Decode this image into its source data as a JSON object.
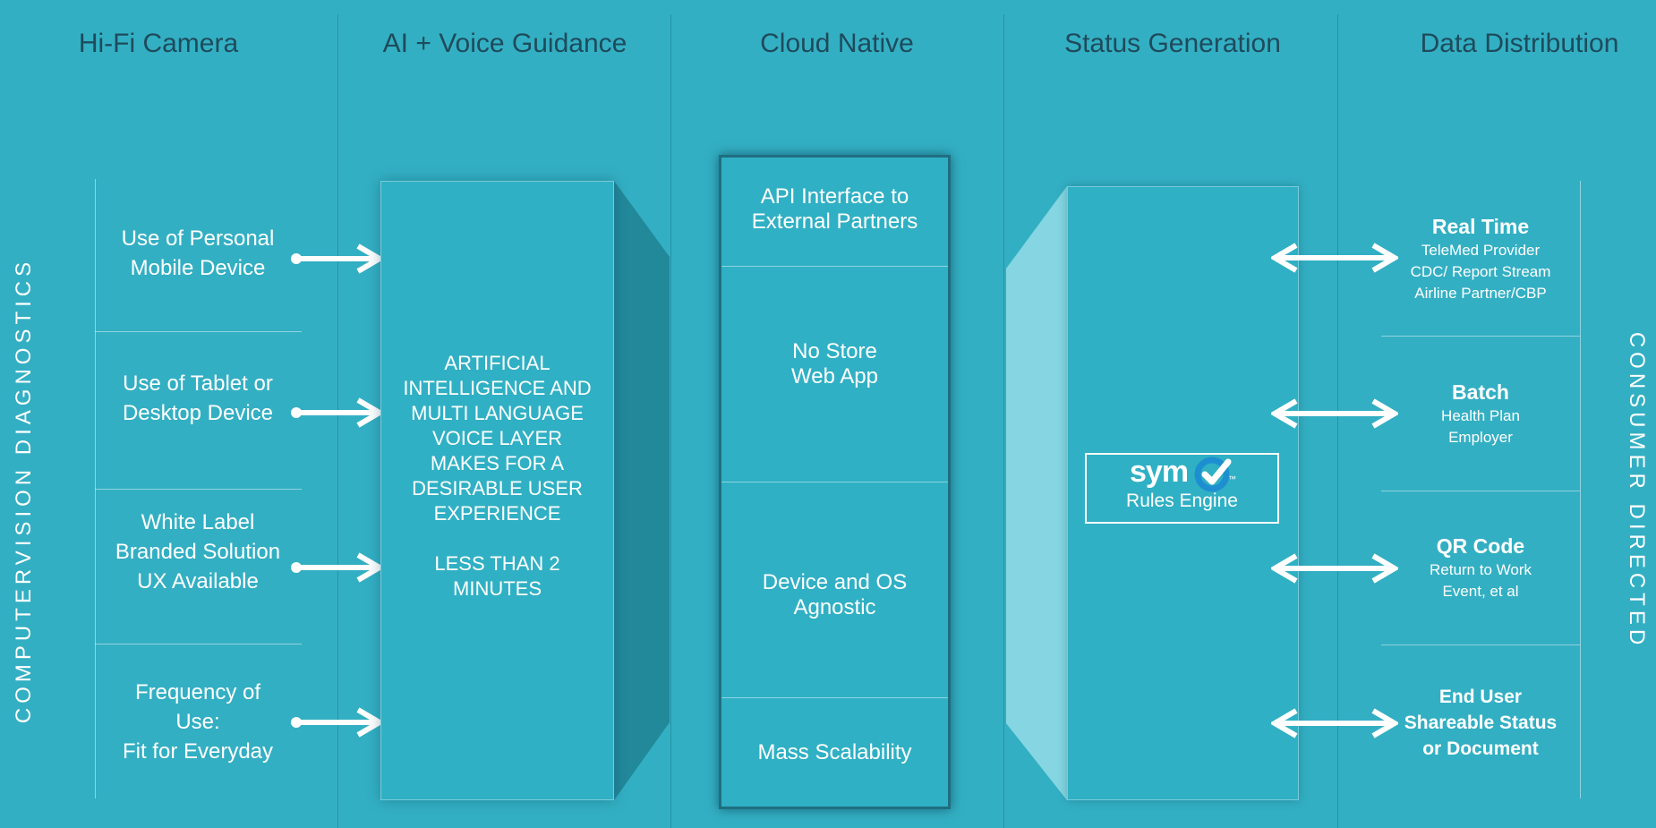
{
  "columns": [
    {
      "title": "Hi-Fi Camera"
    },
    {
      "title": "AI + Voice Guidance"
    },
    {
      "title": "Cloud Native"
    },
    {
      "title": "Status Generation"
    },
    {
      "title": "Data Distribution"
    }
  ],
  "side_labels": {
    "left": "COMPUTERVISION DIAGNOSTICS",
    "right": "CONSUMER DIRECTED"
  },
  "left_items": [
    {
      "lines": [
        "Use of Personal",
        "Mobile Device"
      ]
    },
    {
      "lines": [
        "Use of Tablet or",
        "Desktop Device"
      ]
    },
    {
      "lines": [
        "White Label",
        "Branded Solution",
        "UX Available"
      ]
    },
    {
      "lines": [
        "Frequency of",
        "Use:",
        "Fit for Everyday"
      ]
    }
  ],
  "ai_box": {
    "lines": [
      "ARTIFICIAL",
      "INTELLIGENCE AND",
      "MULTI LANGUAGE",
      "VOICE LAYER",
      "MAKES FOR A",
      "DESIRABLE USER",
      "EXPERIENCE",
      "",
      "LESS THAN 2",
      "MINUTES"
    ]
  },
  "cloud_items": [
    {
      "lines": [
        "API Interface to",
        "External Partners"
      ]
    },
    {
      "lines": [
        "No Store",
        "Web App"
      ]
    },
    {
      "lines": [
        "Device and OS",
        "Agnostic"
      ]
    },
    {
      "lines": [
        "Mass Scalability"
      ]
    }
  ],
  "rules_engine": {
    "logo": "sym",
    "trademark": "™",
    "caption": "Rules Engine"
  },
  "right_items": [
    {
      "title": "Real  Time",
      "lines": [
        "TeleMed Provider",
        "CDC/ Report Stream",
        "Airline Partner/CBP"
      ]
    },
    {
      "title": "Batch",
      "lines": [
        "Health Plan",
        "Employer"
      ]
    },
    {
      "title": "QR Code",
      "lines": [
        "Return to Work",
        "Event, et al"
      ]
    },
    {
      "title": "",
      "lines": [
        "End User",
        "Shareable Status",
        "or Document"
      ]
    }
  ],
  "colors": {
    "background": "#33afc3",
    "title_text": "#1e4b5c",
    "box_shadow_dark": "#22899b",
    "box_glow_light": "#85d6e2",
    "check_blue": "#1d8fd0"
  }
}
